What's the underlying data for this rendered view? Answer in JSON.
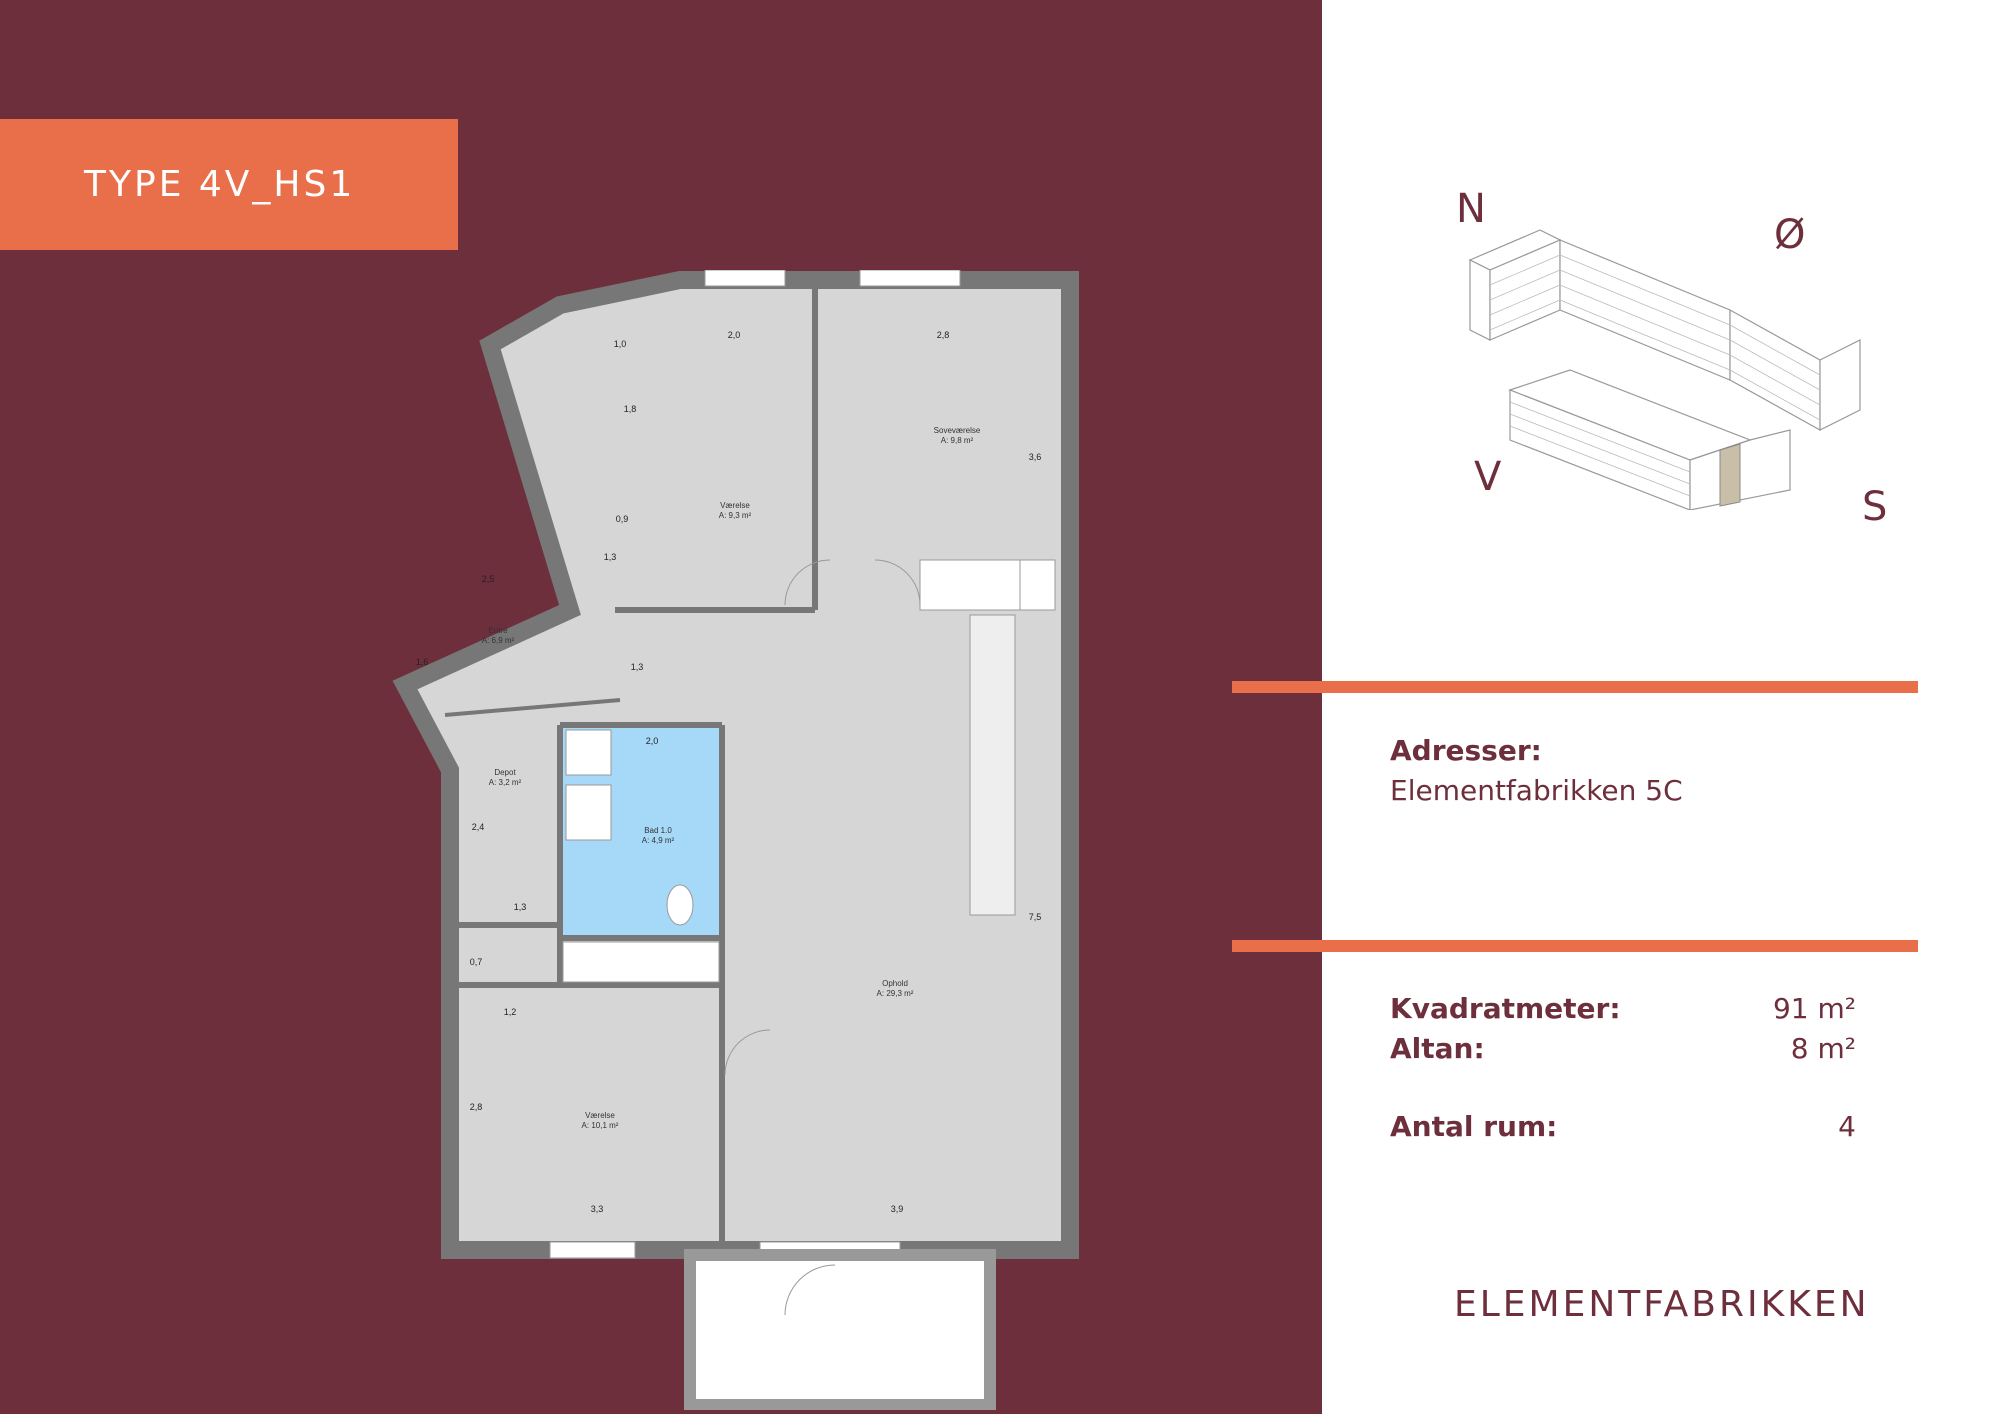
{
  "header": {
    "type_label": "TYPE 4V_HS1"
  },
  "compass": {
    "n": "N",
    "o": "Ø",
    "v": "V",
    "s": "S"
  },
  "address": {
    "label": "Adresser:",
    "value": "Elementfabrikken 5C"
  },
  "stats": [
    {
      "label": "Kvadratmeter:",
      "value": "91 m²"
    },
    {
      "label": "Altan:",
      "value": "8 m²"
    },
    {
      "label": "Antal rum:",
      "value": "4"
    }
  ],
  "brand": "ELEMENTFABRIKKEN",
  "rooms": [
    {
      "name": "Værelse",
      "area": "A: 9,3 m²"
    },
    {
      "name": "Soveværelse",
      "area": "A: 9,8 m²"
    },
    {
      "name": "Entré",
      "area": "A: 6,9 m²"
    },
    {
      "name": "Depot",
      "area": "A: 3,2 m²"
    },
    {
      "name": "Bad 1.0",
      "area": "A: 4,9 m²"
    },
    {
      "name": "Ophold",
      "area": "A: 29,3 m²"
    },
    {
      "name": "Værelse",
      "area": "A: 10,1 m²"
    }
  ],
  "dimensions": [
    "1,0",
    "2,0",
    "2,8",
    "1,8",
    "3,6",
    "0,9",
    "1,3",
    "2,5",
    "1,6",
    "1,3",
    "2,0",
    "2,4",
    "1,3",
    "0,7",
    "1,2",
    "2,8",
    "7,5",
    "3,3",
    "3,9"
  ],
  "colors": {
    "left_bg": "#6e2f3d",
    "accent": "#e96e4a",
    "text": "#6e2f3d",
    "bath": "#a6d8f7",
    "highlight_unit": "#c9bfa8"
  }
}
